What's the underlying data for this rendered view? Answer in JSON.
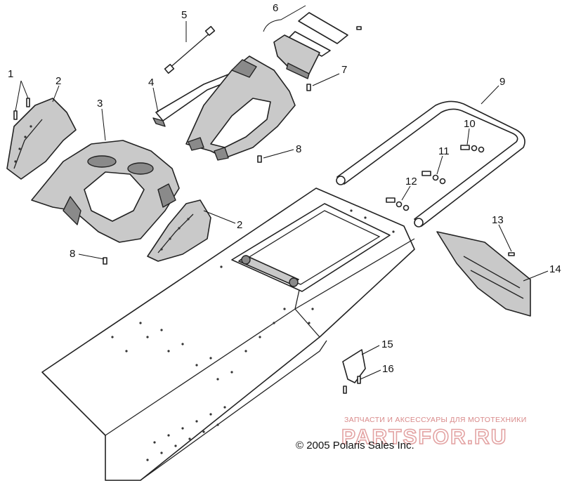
{
  "diagram": {
    "callouts": [
      "1",
      "2",
      "3",
      "2",
      "4",
      "5",
      "6",
      "7",
      "8",
      "8",
      "9",
      "10",
      "11",
      "12",
      "13",
      "14",
      "15",
      "16"
    ],
    "copyright": "© 2005 Polaris Sales Inc.",
    "watermark": {
      "tagline": "ЗАПЧАСТИ И АКСЕССУАРЫ ДЛЯ МОТОТЕХНИКИ",
      "site": "PARTSFOR.RU"
    },
    "colors": {
      "line": "#222222",
      "fill_light": "#c9c9c9",
      "fill_dark": "#8a8a8a",
      "watermark": "#e3a3a3"
    }
  }
}
